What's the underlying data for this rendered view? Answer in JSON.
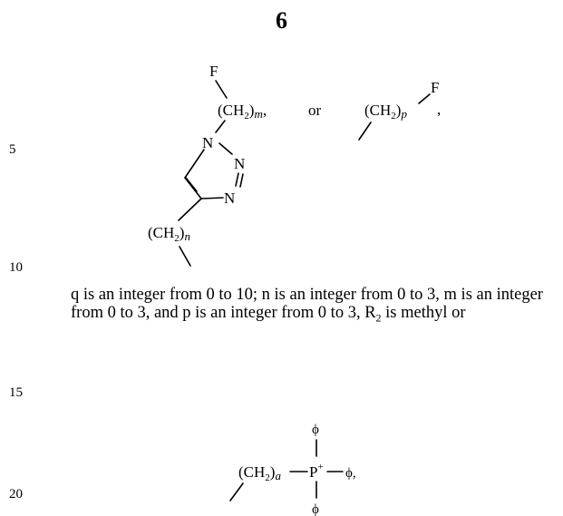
{
  "page_number": "6",
  "line_numbers": [
    "5",
    "10",
    "15",
    "20"
  ],
  "structure_triazole": {
    "fluoro": "F",
    "upper_chain": "(CH",
    "upper_chain_sub": "2",
    "upper_chain_close": ")",
    "upper_chain_index": "m",
    "comma": ",",
    "ring_n1": "N",
    "ring_n2": "N",
    "ring_n3": "N",
    "lower_chain": "(CH",
    "lower_chain_sub": "2",
    "lower_chain_close": ")",
    "lower_chain_index": "n"
  },
  "connector_or": "or",
  "structure_fluoroalkyl": {
    "chain": "(CH",
    "chain_sub": "2",
    "chain_close": ")",
    "chain_index": "p",
    "fluoro": "F",
    "comma": ","
  },
  "paragraph": {
    "text_before": "q is an integer from 0 to 10; n is an integer from 0 to 3, m is an integer from 0 to 3, and p is an integer from 0 to 3, R",
    "subscript": "2",
    "text_after": " is methyl or"
  },
  "structure_phosphonium": {
    "chain": "(CH",
    "chain_sub": "2",
    "chain_close": ")",
    "chain_index": "a",
    "phosphorus": "P",
    "charge": "+",
    "phenyl_top": "ϕ",
    "phenyl_right": "ϕ,",
    "phenyl_bottom": "ϕ"
  }
}
